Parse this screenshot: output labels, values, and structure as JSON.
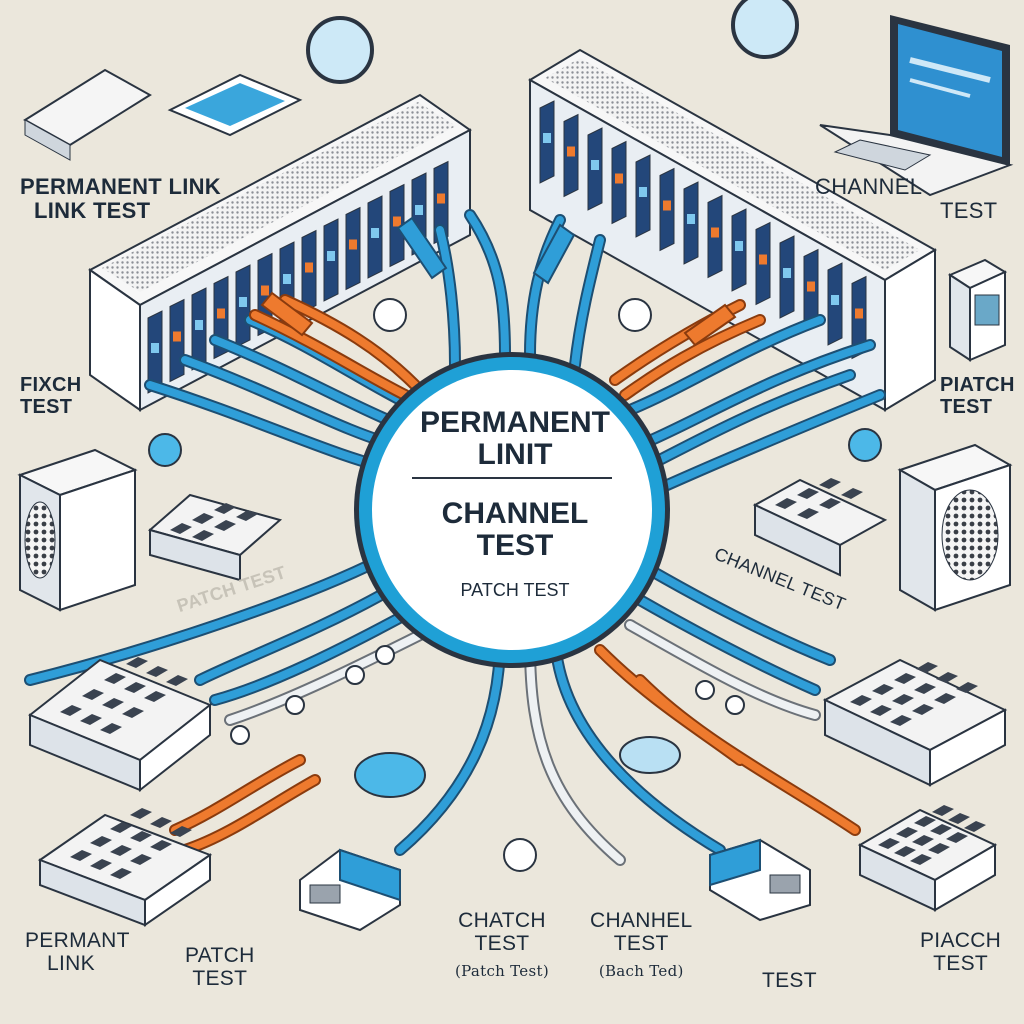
{
  "labels": {
    "top_left": {
      "line1": "PERMANENT LINK",
      "line2": "LINK TEST"
    },
    "top_right": {
      "line1": "CHANNEL",
      "line2": "TEST"
    },
    "mid_left": {
      "line1": "FIXCH",
      "line2": "TEST"
    },
    "mid_right": {
      "line1": "PIATCH",
      "line2": "TEST"
    },
    "bottom_left": {
      "line1": "PERMANT",
      "line2": "LINK"
    },
    "bottom_patch": {
      "line1": "PATCH",
      "line2": "TEST"
    },
    "bottom_chatch": {
      "line1": "CHATCH",
      "line2": "TEST",
      "sub": "(Patch Test)"
    },
    "bottom_chanhel": {
      "line1": "CHANHEL",
      "line2": "TEST",
      "sub": "(Bach Ted)"
    },
    "bottom_test": {
      "line1": "TEST"
    },
    "bottom_right": {
      "line1": "PIACCH",
      "line2": "TEST"
    },
    "faint_left": "PATCH TEST",
    "channel_right": "CHANNEL TEST"
  },
  "hub": {
    "title_line1": "PERMANENT",
    "title_line2": "LINIT",
    "middle_line1": "CHANNEL",
    "middle_line2": "TEST",
    "bottom": "PATCH TEST"
  },
  "colors": {
    "background": "#ebe7dc",
    "cable_blue": "#2f9ed8",
    "cable_orange": "#ee7a2e",
    "cable_white": "#e8ecef",
    "ring": "#1fa0d6",
    "device": "#ffffff",
    "outline": "#2a3441"
  },
  "icons": [
    "laptop-icon",
    "patch-panel-icon",
    "rack-switch-icon",
    "rj45-connector-icon",
    "magnifier-icon",
    "cable-tester-icon",
    "speaker-icon"
  ]
}
